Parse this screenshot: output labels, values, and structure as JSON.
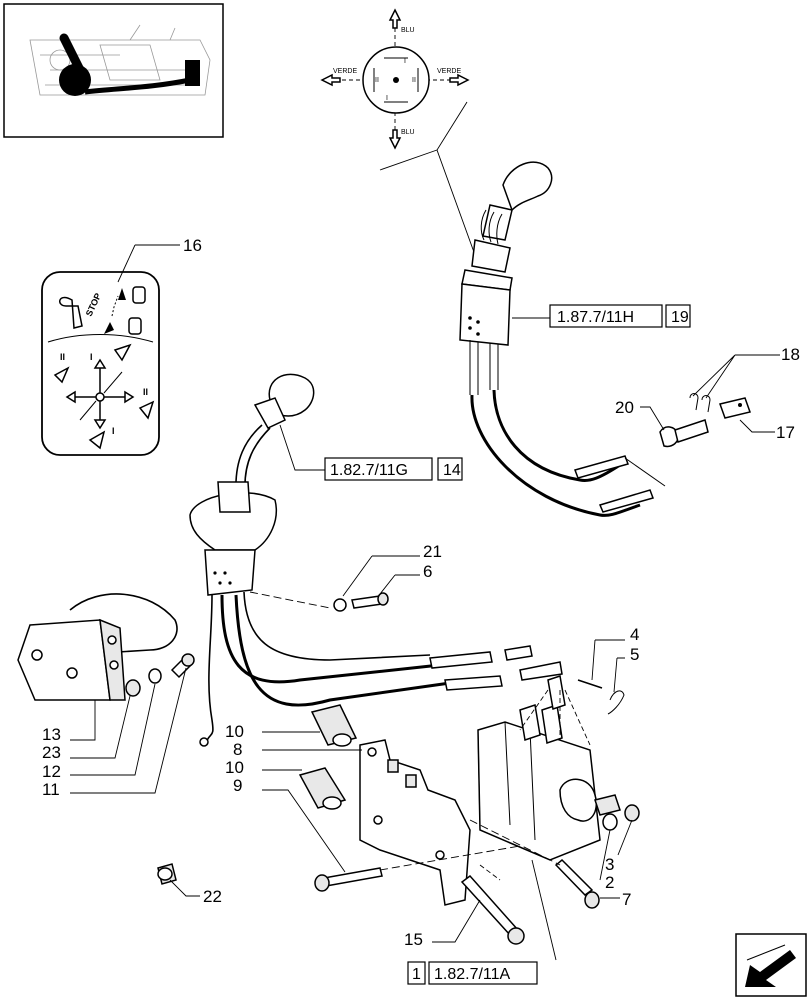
{
  "compass": {
    "top": "BLU",
    "bottom": "BLU",
    "left": "VERDE",
    "right": "VERDE",
    "ring_marks": [
      "I",
      "II",
      "I",
      "II"
    ]
  },
  "decal": {
    "stop_label": "STOP",
    "marks": [
      "II",
      "I",
      "II",
      "I"
    ]
  },
  "references": [
    {
      "prefix": "",
      "code": "1.87.7/11H",
      "item": "19"
    },
    {
      "prefix": "",
      "code": "1.82.7/11G",
      "item": "14"
    },
    {
      "prefix": "1",
      "code": "1.82.7/11A",
      "item": ""
    }
  ],
  "callouts": [
    "16",
    "18",
    "20",
    "17",
    "21",
    "6",
    "4",
    "5",
    "13",
    "23",
    "12",
    "11",
    "10",
    "8",
    "10",
    "9",
    "3",
    "2",
    "7",
    "22",
    "15"
  ]
}
